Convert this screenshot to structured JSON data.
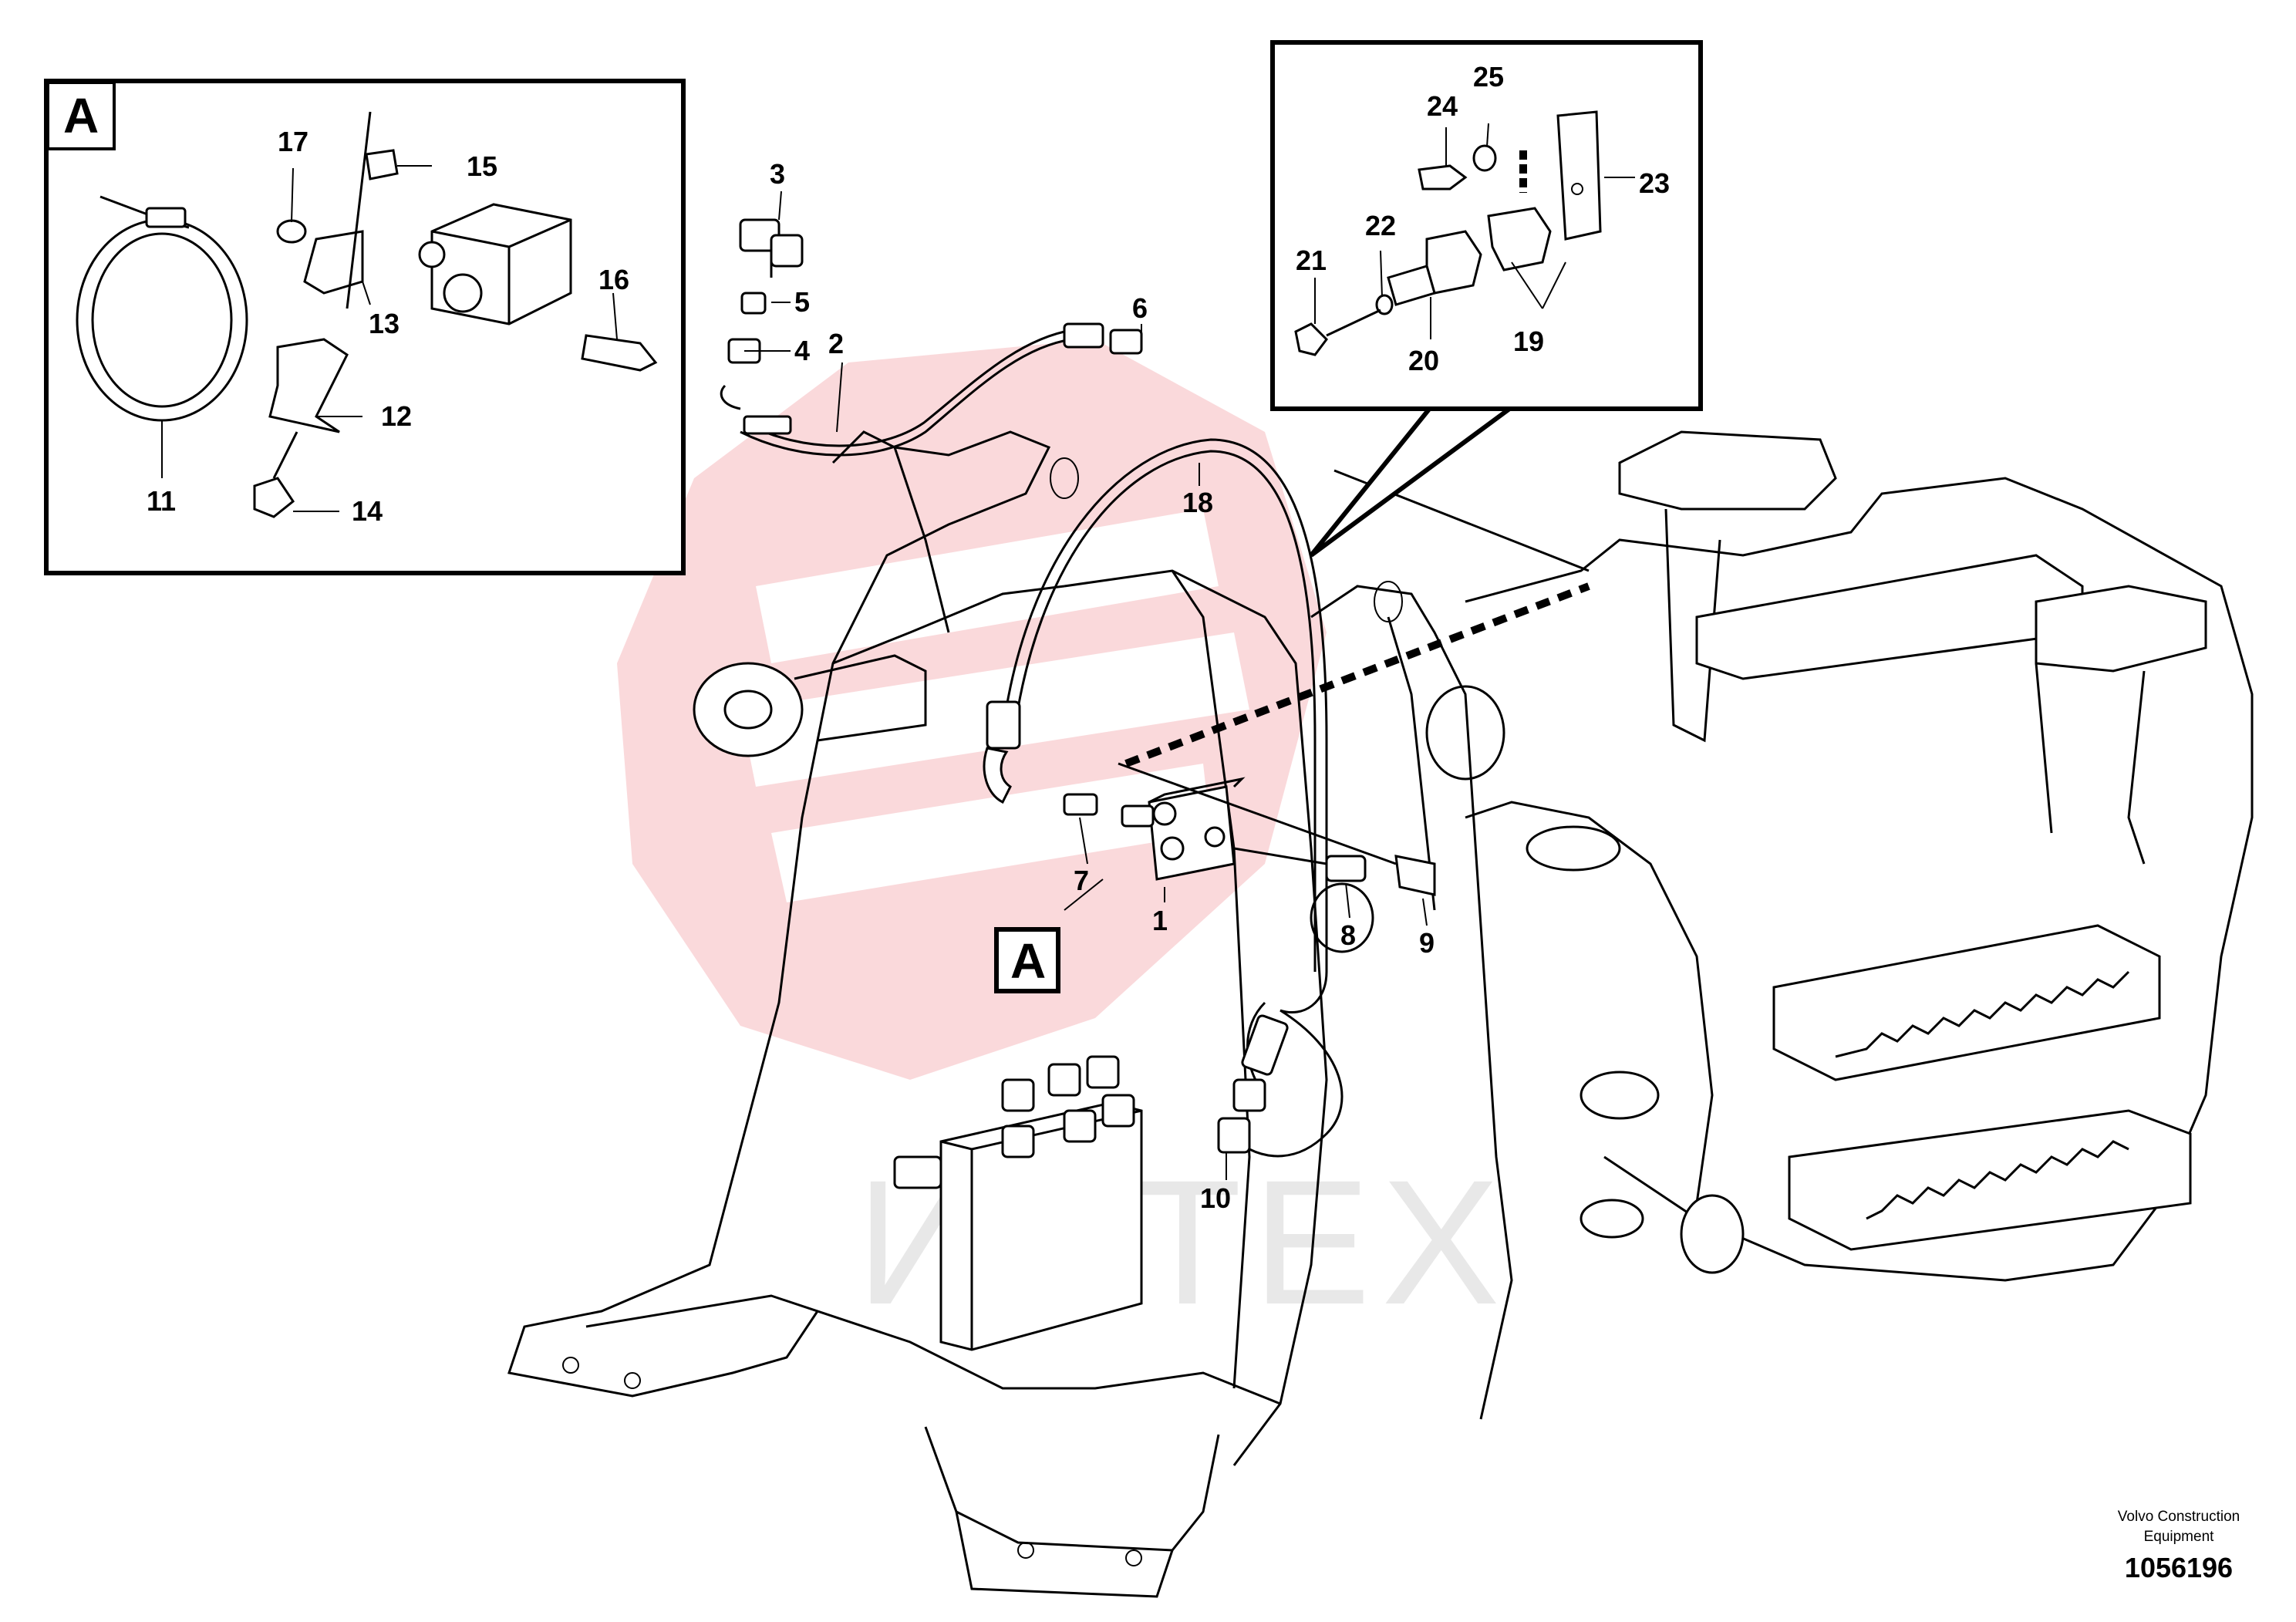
{
  "inset_a": {
    "tag": "A",
    "callouts": [
      "17",
      "15",
      "16",
      "13",
      "12",
      "11",
      "14"
    ]
  },
  "inset_b": {
    "callouts": [
      "25",
      "24",
      "23",
      "22",
      "21",
      "20",
      "19"
    ]
  },
  "main_callouts": [
    "3",
    "5",
    "4",
    "2",
    "6",
    "18",
    "7",
    "1",
    "8",
    "9",
    "10"
  ],
  "detail_marker": "A",
  "watermark": {
    "text": "ИНТЕХ",
    "color": "#f2a8ac"
  },
  "footer": {
    "credit_line1": "Volvo Construction",
    "credit_line2": "Equipment",
    "document_number": "1056196"
  }
}
